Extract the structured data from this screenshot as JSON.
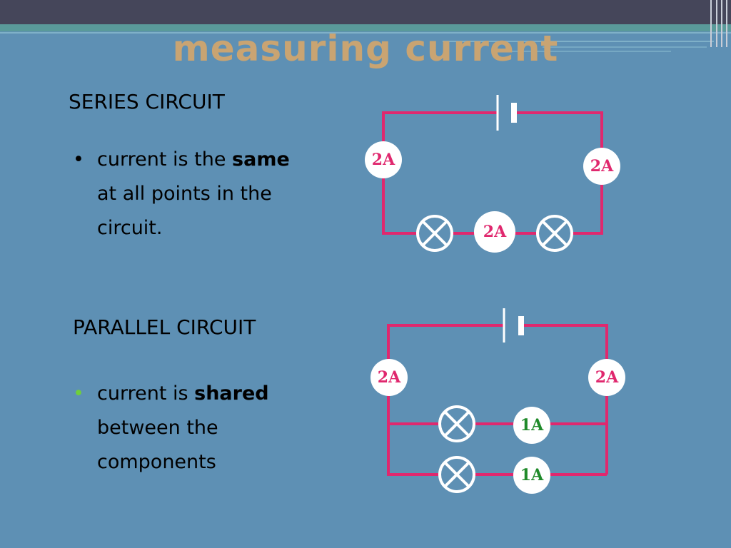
{
  "slide": {
    "title": "measuring current",
    "series": {
      "heading": "SERIES CIRCUIT",
      "bullet": "•",
      "line1_plain": "current is the ",
      "line1_bold": "same",
      "line2": "at all points in the",
      "line3": "circuit."
    },
    "parallel": {
      "heading": "PARALLEL CIRCUIT",
      "bullet": "•",
      "line1_plain": "current is ",
      "line1_bold": "shared",
      "line2": "between the",
      "line3": "components"
    },
    "series_circuit": {
      "ammeter_left": "2A",
      "ammeter_right": "2A",
      "ammeter_bottom": "2A"
    },
    "parallel_circuit": {
      "ammeter_left": "2A",
      "ammeter_right": "2A",
      "ammeter_branch1": "1A",
      "ammeter_branch2": "1A"
    },
    "colors": {
      "background": "#5e90b4",
      "title": "#c9a472",
      "wire": "#e0286e",
      "ammeter_text_total": "#e0286e",
      "ammeter_text_branch": "#1f8a2a",
      "bullet_parallel": "#6fcf3a"
    },
    "icons": [
      "battery-icon",
      "lamp-icon",
      "ammeter-icon"
    ]
  }
}
